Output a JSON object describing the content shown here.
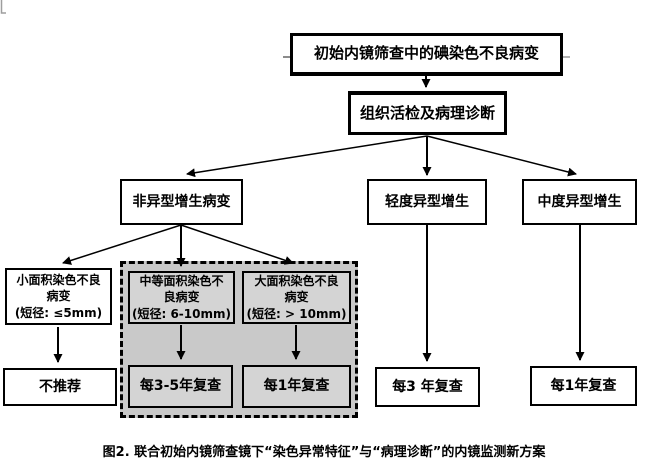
{
  "flowchart": {
    "nodes": {
      "initial": {
        "label": "初始内镜筛查中的碘染色不良病变"
      },
      "biopsy": {
        "label": "组织活检及病理诊断"
      },
      "non_dysplastic": {
        "label": "非异型增生病变"
      },
      "mild_dysplasia": {
        "label": "轻度异型增生"
      },
      "moderate_dysplasia": {
        "label": "中度异型增生"
      },
      "small_area": {
        "label": "小面积染色不良\n病变\n(短径: ≤5mm)"
      },
      "medium_area": {
        "label": "中等面积染色不\n良病变\n(短径: 6-10mm)"
      },
      "large_area": {
        "label": "大面积染色不良\n病变\n(短径: > 10mm)"
      },
      "not_recommended": {
        "label": "不推荐"
      },
      "review_every_3_5_years": {
        "label": "每3-5年复查"
      },
      "review_every_1_year_large": {
        "label": "每1年复查"
      },
      "review_every_3_years": {
        "label": "每3 年复查"
      },
      "review_every_1_year_moderate": {
        "label": "每1年复查"
      }
    },
    "caption": "图2. 联合初始内镜筛查镜下“染色异常特征”与“病理诊断”的内镜监测新方案",
    "colors": {
      "border": "#000000",
      "text": "#000000",
      "background": "#ffffff",
      "highlight_region_fill": "#c9c9c9",
      "highlight_box_fill": "#d4d4d4"
    }
  }
}
